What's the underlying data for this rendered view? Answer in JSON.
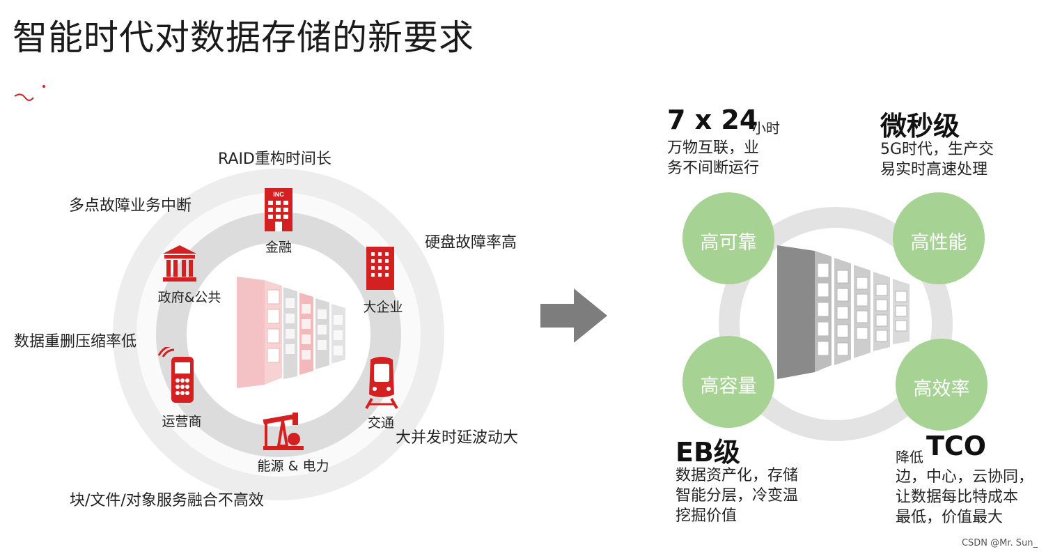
{
  "title": "智能时代对数据存储的新要求",
  "colors": {
    "accent_red": "#d42020",
    "green": "#a6d394",
    "gray_ring": "#e3e3e3",
    "arrow": "#7d7d7d"
  },
  "left": {
    "outer_labels": {
      "raid": "RAID重构时间长",
      "multipoint": "多点故障业务中断",
      "disk_failure": "硬盘故障率高",
      "dedupe": "数据重删压缩率低",
      "concurrency": "大并发时延波动大",
      "services": "块/文件/对象服务融合不高效"
    },
    "industries": {
      "finance": {
        "label": "金融",
        "icon": "bank-building-icon",
        "badge": "INC"
      },
      "enterprise": {
        "label": "大企业",
        "icon": "office-building-icon"
      },
      "government": {
        "label": "政府&公共",
        "icon": "government-building-icon"
      },
      "carrier": {
        "label": "运营商",
        "icon": "mobile-phone-icon"
      },
      "energy": {
        "label": "能源 & 电力",
        "icon": "oil-pump-icon"
      },
      "transport": {
        "label": "交通",
        "icon": "train-icon"
      }
    }
  },
  "right": {
    "reliability": {
      "headline": "7 x 24",
      "unit": "小时",
      "line1": "万物互联，业",
      "line2": "务不间断运行",
      "circle": "高可靠"
    },
    "performance": {
      "headline": "微秒级",
      "line1": "5G时代，生产交",
      "line2": "易实时高速处理",
      "circle": "高性能"
    },
    "capacity": {
      "headline": "EB级",
      "line1": "数据资产化，存储",
      "line2": "智能分层，冷变温",
      "line3": "挖掘价值",
      "circle": "高容量"
    },
    "efficiency": {
      "prefix": "降低",
      "headline": "TCO",
      "line1": "边，中心，云协同，",
      "line2": "让数据每比特成本",
      "line3": "最低，价值最大",
      "circle": "高效率"
    }
  },
  "watermark": "CSDN @Mr. Sun_"
}
